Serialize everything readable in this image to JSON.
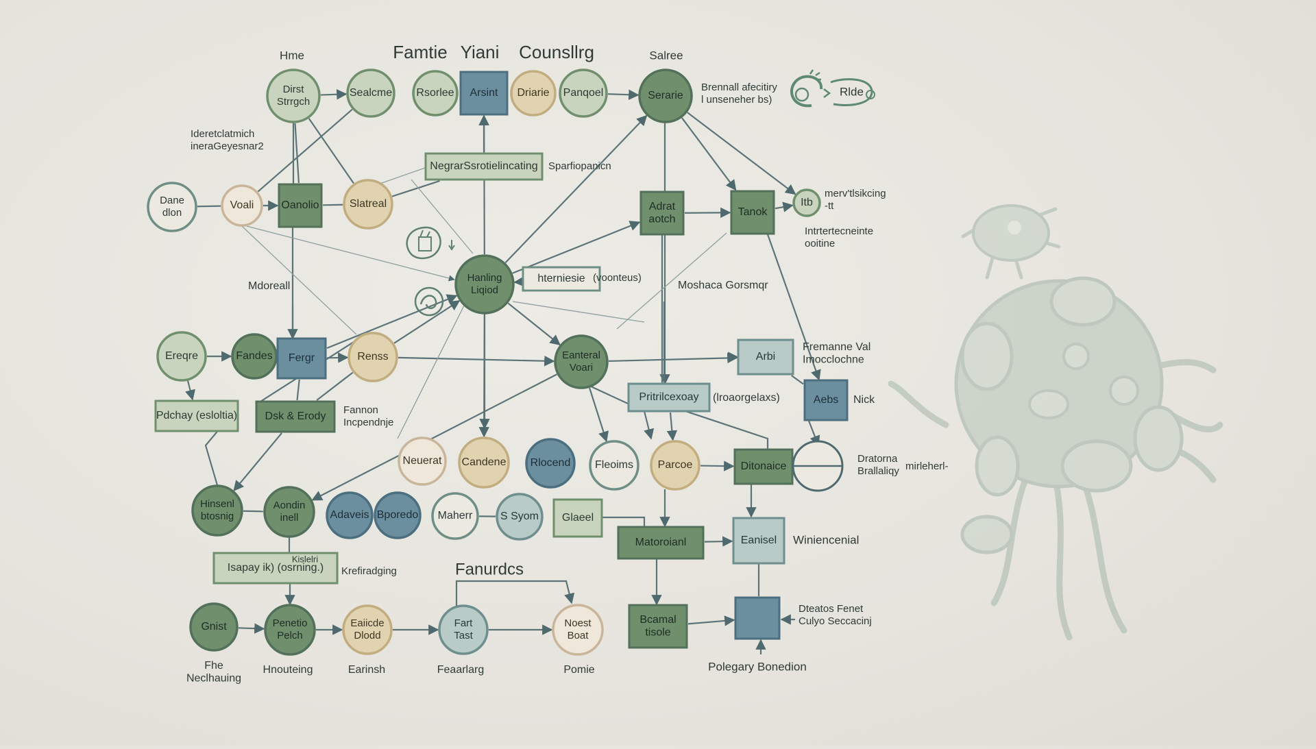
{
  "headings": {
    "h1": "Hme",
    "h2": "Famtie",
    "h3": "Yiani",
    "h4": "Counsllrg",
    "h5": "Salree",
    "h6": "Fanurdcs"
  },
  "nodes": {
    "dirst": [
      "Dirst",
      "Strrgch"
    ],
    "sealcme": [
      "Sealcme"
    ],
    "rsorlee": [
      "Rsorlee"
    ],
    "arsint": [
      "Arsint"
    ],
    "driarie": [
      "Driarie"
    ],
    "panqoel": [
      "Panqoel"
    ],
    "serarie": [
      "Serarie"
    ],
    "dane": [
      "Dane",
      "dlon"
    ],
    "voali": [
      "Voali"
    ],
    "oanolio": [
      "Oanolio"
    ],
    "slatreal": [
      "Slatreal"
    ],
    "adrat": [
      "Adrat",
      "aotch"
    ],
    "tanok": [
      "Tanok"
    ],
    "tb": [
      "Itb"
    ],
    "hanting": [
      "Hanling",
      "Liqiod"
    ],
    "ereqre": [
      "Ereqre"
    ],
    "fandes": [
      "Fandes"
    ],
    "fergr": [
      "Fergr"
    ],
    "renss": [
      "Renss"
    ],
    "eaneral": [
      "Eanteral",
      "Voari"
    ],
    "arbi": [
      "Arbi"
    ],
    "aebs": [
      "Aebs"
    ],
    "pdchay": [
      "Pdchay (esloltia)"
    ],
    "dsk": [
      "Dsk & Erody"
    ],
    "negrar": [
      "NegrarSsrotielincating"
    ],
    "hterniesie": [
      "hterniesie"
    ],
    "pritrilce": [
      "Pritrilcexoay"
    ],
    "neuerat": [
      "Neuerat"
    ],
    "candene": [
      "Candene"
    ],
    "rlocend": [
      "Rlocend"
    ],
    "fleoims": [
      "Fleoims"
    ],
    "parcoe": [
      "Parcoe"
    ],
    "ditonaice": [
      "Ditonaice"
    ],
    "hinsenl": [
      "Hinsenl",
      "btosnig"
    ],
    "aondin": [
      "Aondin",
      "inell"
    ],
    "adaveis": [
      "Adaveis"
    ],
    "bporedo": [
      "Bporedo"
    ],
    "maherr": [
      "Maherr"
    ],
    "ssyom": [
      "S Syom"
    ],
    "glaeel": [
      "Glaeel"
    ],
    "matoroianl": [
      "Matoroianl"
    ],
    "eanisel": [
      "Eanisel"
    ],
    "lsapay": [
      "Isapay ik) (osrning.)"
    ],
    "lsapay_top": [
      "Kislelri"
    ],
    "gnist": [
      "Gnist"
    ],
    "penetio": [
      "Penetio",
      "Pelch"
    ],
    "eaiicde": [
      "Eaiicde",
      "Dlodd"
    ],
    "fart": [
      "Fart",
      "Tast"
    ],
    "noest": [
      "Noest",
      "Boat"
    ],
    "beamal": [
      "Bcamal",
      "tisole"
    ]
  },
  "labels": {
    "ideretcl": [
      "Ideretclatmich",
      "ineraGeyesnar2"
    ],
    "sparfio": [
      "Sparfiopanicn"
    ],
    "brennal": [
      "Brennall afecitiry",
      "l unseneher bs)"
    ],
    "ride": [
      "Rlde"
    ],
    "merv": [
      "merv'tlsikcing",
      "-tt"
    ],
    "intrt": [
      "Intrtertecneinte",
      "ooitine"
    ],
    "mdoreall": [
      "Mdoreall"
    ],
    "moshaca": [
      "Moshaca Gorsmqr"
    ],
    "hterniesie_suffix": [
      "(voonteus)"
    ],
    "fremanne": [
      "Fremanne Val",
      "Imocclochne"
    ],
    "nick": [
      "Nick"
    ],
    "fannon": [
      "Fannon",
      "Incpendnje"
    ],
    "lroaorg": [
      "(lroaorgelaxs)"
    ],
    "dratorna": [
      "Dratorna",
      "Brallaliqy"
    ],
    "mirleher": [
      "mirleherl-"
    ],
    "winenclal": [
      "Winiencenial"
    ],
    "krefiradging": [
      "Krefiradging"
    ],
    "dteatos": [
      "Dteatos Fenet",
      "Culyo Seccacinj"
    ],
    "fhe": [
      "Fhe",
      "Neclhauing"
    ],
    "hnouteing": [
      "Hnouteing"
    ],
    "earinsh": [
      "Earinsh"
    ],
    "feaarlarg": [
      "Feaarlarg"
    ],
    "pomie": [
      "Pomie"
    ],
    "polegary": [
      "Polegary Bonedion"
    ]
  },
  "colors": {
    "background": "#e6e4dd",
    "green_dark": "#6f8f6d",
    "green_light": "#c9d4bf",
    "beige": "#e2d3b0",
    "blue_steel": "#6c8fa0",
    "teal_light": "#b8cbc6",
    "line": "#5c7478",
    "microbe": "#a7b8ab"
  },
  "icons": [
    "microbe-illustration",
    "small-microbe-illustration",
    "ride-icon",
    "pot-icon",
    "swirl-icon"
  ]
}
